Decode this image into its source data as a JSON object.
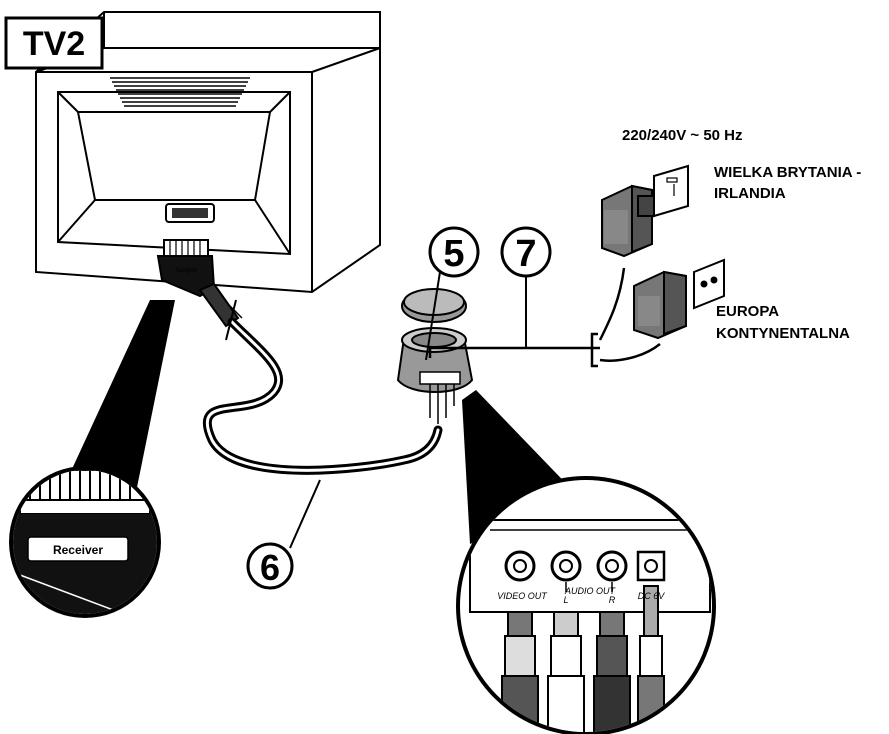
{
  "tv_label": "TV2",
  "scart_plug_text": "Sungsie",
  "receiver_label": "Receiver",
  "step_numbers": {
    "device": "5",
    "adapter": "7",
    "cable": "6"
  },
  "power": {
    "spec": "220/240V ~ 50 Hz",
    "uk_line1": "WIELKA BRYTANIA -",
    "uk_line2": "IRLANDIA",
    "eu_line1": "EUROPA",
    "eu_line2": "KONTYNENTALNA"
  },
  "ports": {
    "video_out": "VIDEO OUT",
    "audio_out": "AUDIO OUT",
    "audio_l": "L",
    "audio_r": "R",
    "dc": "DC 6V"
  }
}
